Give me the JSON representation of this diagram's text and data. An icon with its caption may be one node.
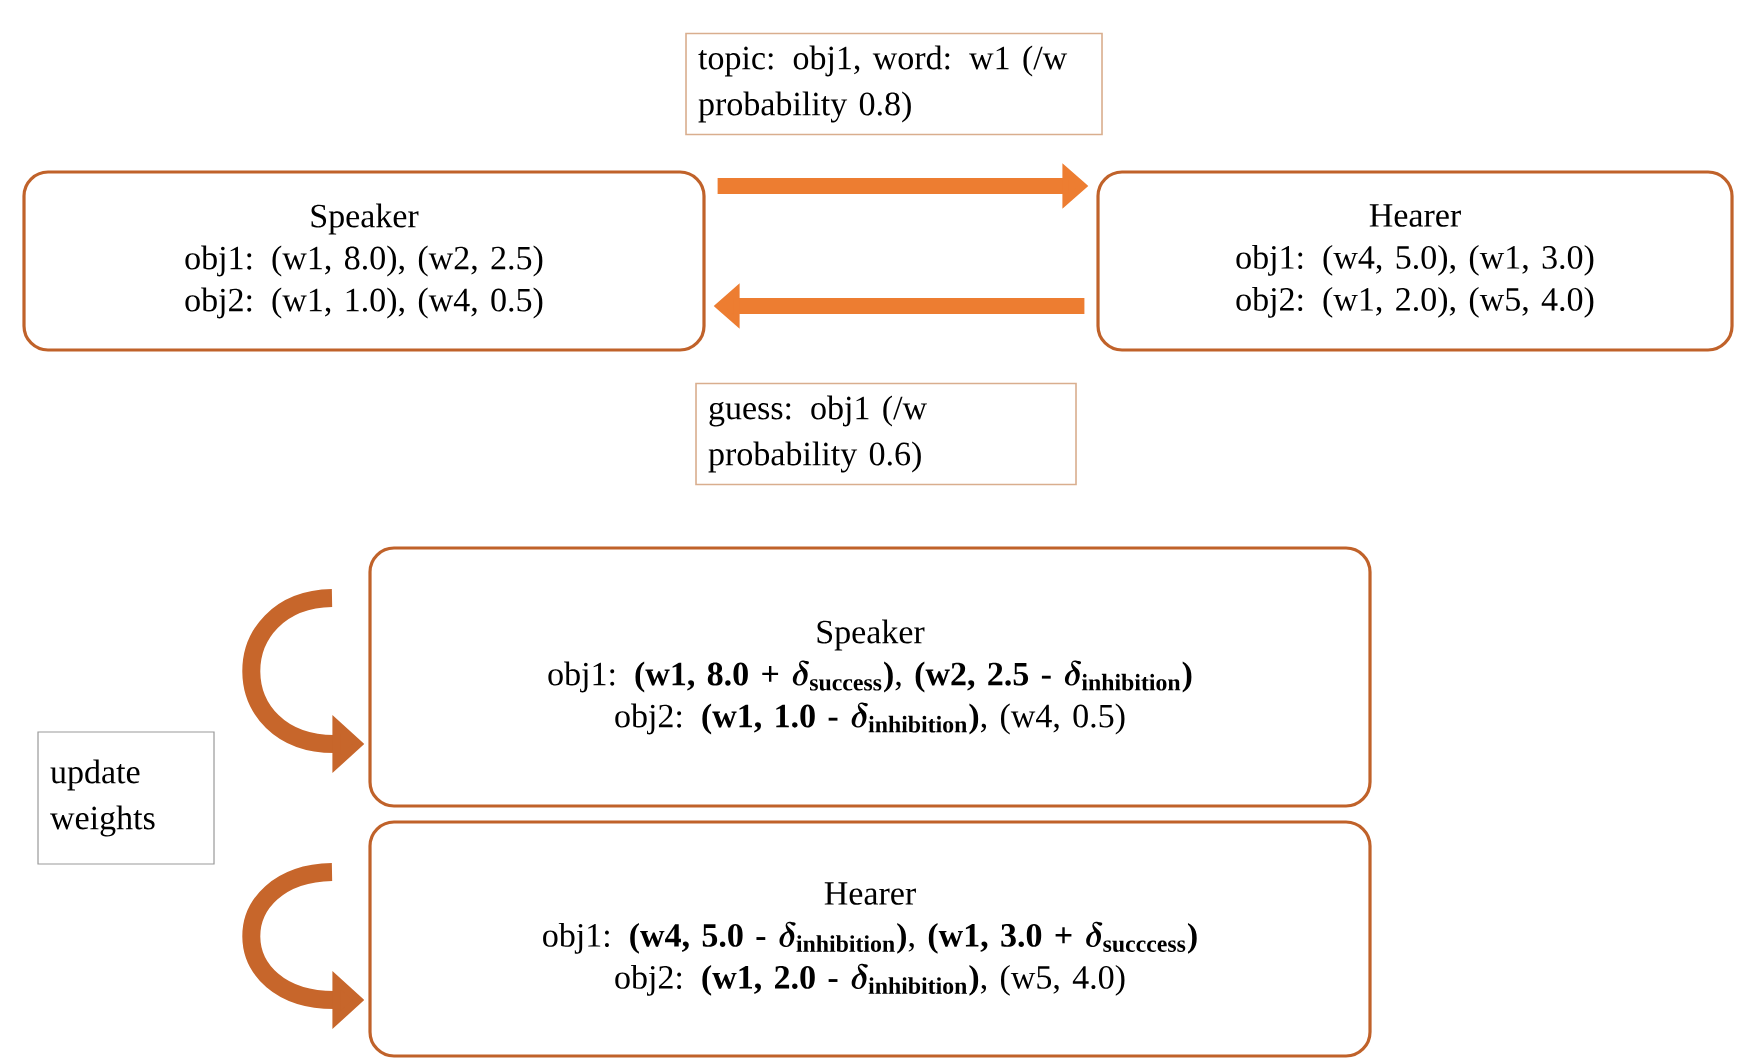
{
  "diagram": {
    "nodes": [
      {
        "text": [
          "Speaker",
          "obj1: (w1, 8.0), (w2, 2.5)",
          "obj2: (w1, 1.0), (w4, 0.5)"
        ]
      },
      {
        "text": [
          "Hearer",
          "obj1: (w4, 5.0), (w1, 3.0)",
          "obj2: (w1, 2.0), (w5, 4.0)"
        ]
      },
      {
        "text": [
          "Speaker",
          "\\text{obj1: }\\textbf{(w1, 8.0 + }\\boldsymbol{\\delta}_{\\textbf{success}}\\textbf{)}\\text{, }\\textbf{(w2, 2.5 - }\\boldsymbol{\\delta}_{\\textbf{inhibition}}\\textbf{)}",
          "\\text{obj2: }\\textbf{(w1, 1.0 - }\\boldsymbol{\\delta}_{\\textbf{inhibition}}\\textbf{)}\\text{, (w4, 0.5)}"
        ]
      },
      {
        "text": [
          "Hearer",
          "\\text{obj1: }\\textbf{(w4, 5.0 - }\\boldsymbol{\\delta}_{\\textbf{inhibition}}\\textbf{)}\\text{, }\\textbf{(w1, 3.0 + }\\boldsymbol{\\delta}_{\\textbf{succcess}}\\textbf{)}",
          "\\text{obj2: }\\textbf{(w1, 2.0 - }\\boldsymbol{\\delta}_{\\textbf{inhibition}}\\textbf{)}\\text{, (w5, 4.0)}"
        ]
      },
      {
        "text": [
          "update weights"
        ]
      }
    ],
    "edges": [
      {
        "from": 0,
        "to": 1,
        "arrow": "to",
        "label": "topic: obj1, word: w1 (/w probability 0.8)"
      },
      {
        "from": 1,
        "to": 0,
        "arrow": "to",
        "label": "guess: obj1 (/w probability 0.6)"
      },
      {
        "from": null,
        "to": 2,
        "arrow": "to"
      },
      {
        "from": null,
        "to": 3,
        "arrow": "to"
      }
    ]
  }
}
